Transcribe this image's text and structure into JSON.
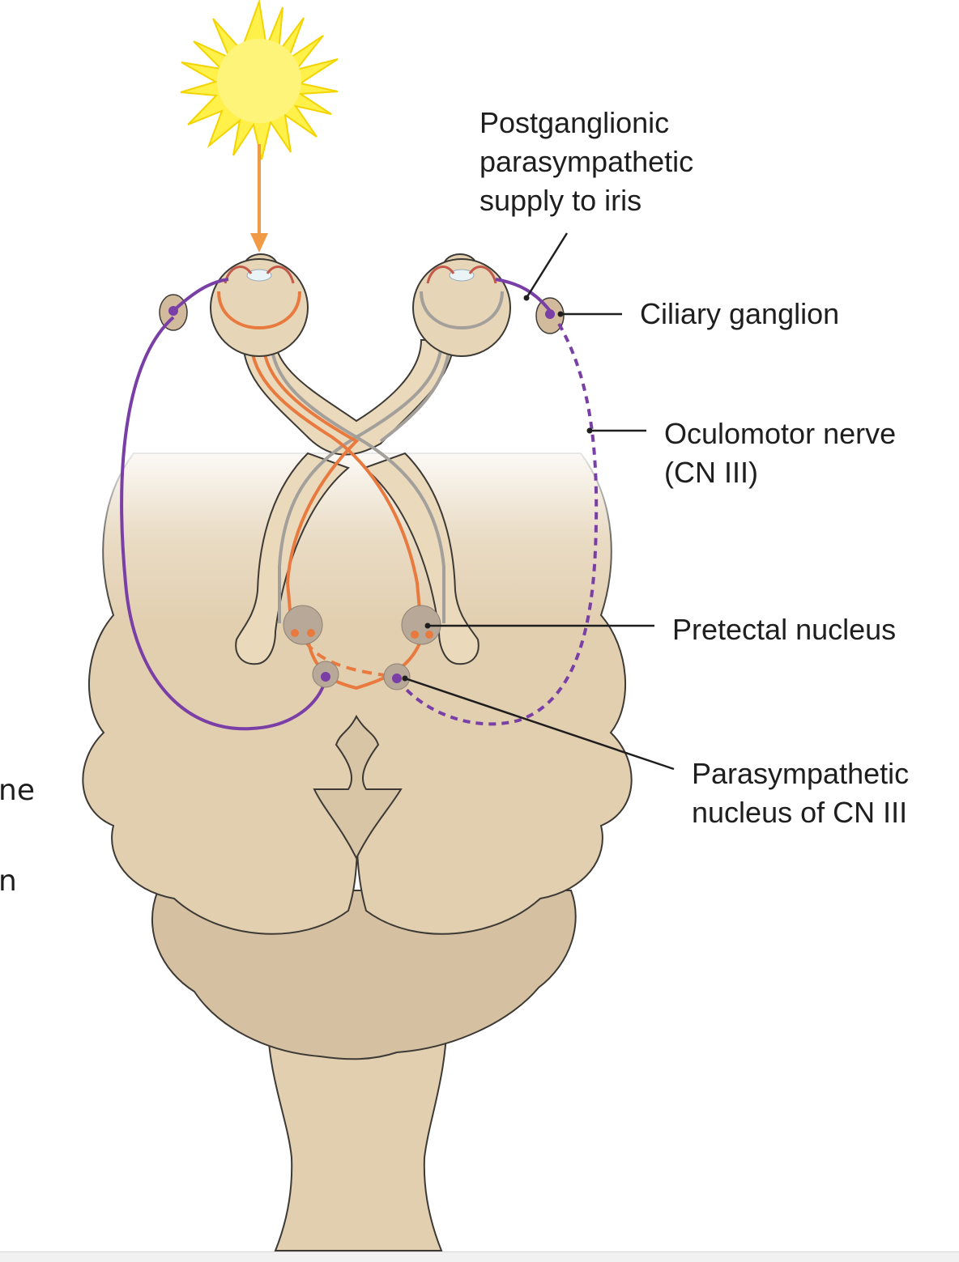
{
  "labels": {
    "postganglionic": [
      "Postganglionic",
      "parasympathetic",
      "supply to iris"
    ],
    "ciliary_ganglion": "Ciliary ganglion",
    "oculomotor_nerve": [
      "Oculomotor nerve",
      "(CN III)"
    ],
    "pretectal_nucleus": "Pretectal nucleus",
    "parasympathetic_nucleus": [
      "Parasympathetic",
      "nucleus of CN III"
    ]
  },
  "cropped_text": [
    "ne",
    "n"
  ],
  "colors": {
    "brain": "#e2cfb0",
    "brain_outline": "#3d3a36",
    "visual_pathway": "#e97a3f",
    "optic_tract_grey": "#a3a09c",
    "parasympathetic_fiber": "#7a3fa6",
    "sun": "#fff04a",
    "nucleus": "#b8a898"
  }
}
